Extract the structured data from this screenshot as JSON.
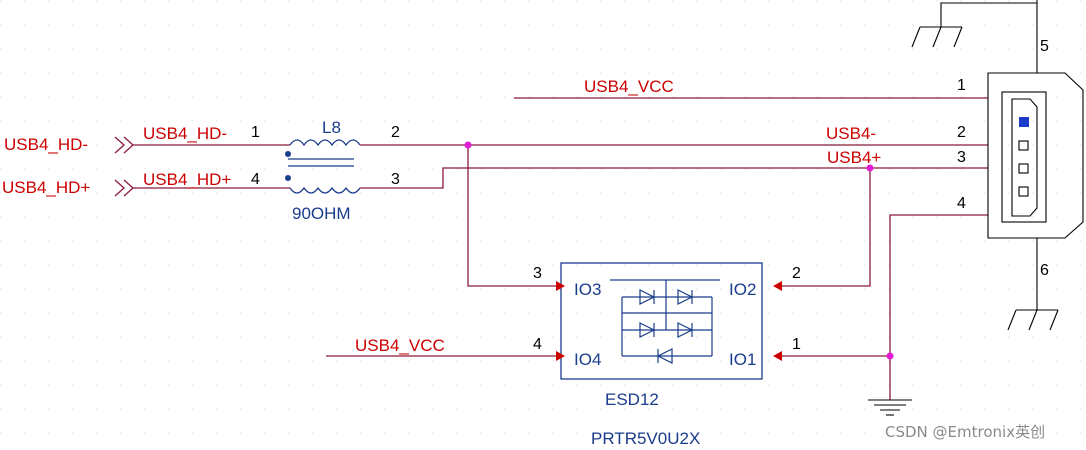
{
  "nets": {
    "usb4_hd_minus_port": "USB4_HD-",
    "usb4_hd_plus_port": "USB4_HD+",
    "usb4_hd_minus_wire": "USB4_HD-",
    "usb4_hd_plus_wire": "USB4_HD+",
    "usb4_vcc_top": "USB4_VCC",
    "usb4_minus": "USB4-",
    "usb4_plus": "USB4+",
    "usb4_vcc_esd": "USB4_VCC"
  },
  "inductor": {
    "ref": "L8",
    "value": "90OHM",
    "pins": [
      "1",
      "4",
      "2",
      "3"
    ]
  },
  "connector": {
    "pins": [
      "1",
      "2",
      "3",
      "4",
      "5",
      "6"
    ]
  },
  "esd": {
    "ref": "ESD12",
    "part": "PRTR5V0U2X",
    "pin_numbers": [
      "3",
      "2",
      "4",
      "1"
    ],
    "io_labels": [
      "IO3",
      "IO2",
      "IO4",
      "IO1"
    ]
  },
  "watermark": "CSDN @Emtronix英创",
  "colors": {
    "net_label": "#cc0000",
    "wire": "#8b1a3a",
    "component": "#1a3c8c",
    "junction": "#e21bd4"
  }
}
